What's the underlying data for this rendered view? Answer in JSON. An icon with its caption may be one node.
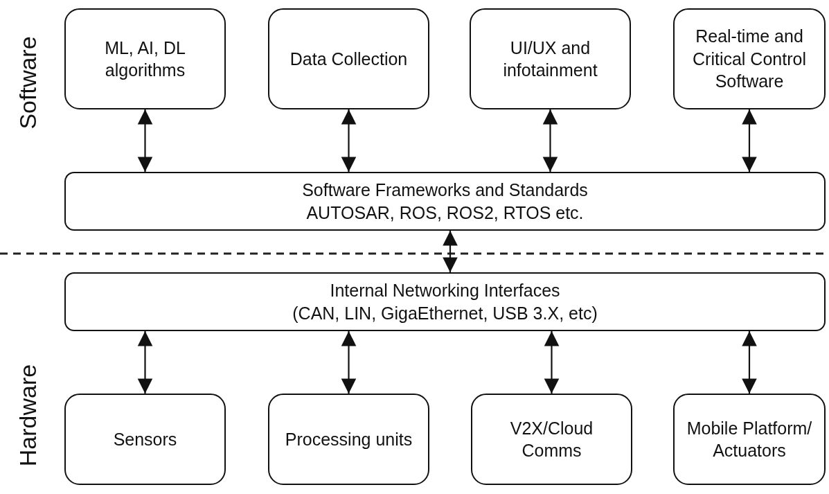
{
  "diagram": {
    "nodes": [
      {
        "text": [
          "ML, AI, DL algorithms"
        ]
      },
      {
        "text": [
          "Data Collection"
        ]
      },
      {
        "text": [
          "UI/UX and infotainment"
        ]
      },
      {
        "text": [
          "Real-time and Critical Control Software"
        ]
      },
      {
        "text": [
          "Software Frameworks and Standards",
          "AUTOSAR, ROS, ROS2, RTOS etc."
        ]
      },
      {
        "text": [
          "Internal Networking Interfaces",
          "(CAN, LIN, GigaEthernet, USB 3.X, etc)"
        ]
      },
      {
        "text": [
          "Sensors"
        ]
      },
      {
        "text": [
          "Processing units"
        ]
      },
      {
        "text": [
          "V2X/Cloud Comms"
        ]
      },
      {
        "text": [
          "Mobile Platform/ Actuators"
        ]
      }
    ],
    "edges": [
      {
        "from": 0,
        "to": 4,
        "arrow": "both"
      },
      {
        "from": 1,
        "to": 4,
        "arrow": "both"
      },
      {
        "from": 2,
        "to": 4,
        "arrow": "both"
      },
      {
        "from": 3,
        "to": 4,
        "arrow": "both"
      },
      {
        "from": 4,
        "to": 5,
        "arrow": "both"
      },
      {
        "from": 5,
        "to": 6,
        "arrow": "both"
      },
      {
        "from": 5,
        "to": 7,
        "arrow": "both"
      },
      {
        "from": 5,
        "to": 8,
        "arrow": "both"
      },
      {
        "from": 5,
        "to": 9,
        "arrow": "both"
      }
    ],
    "labels": [
      "Software",
      "Hardware"
    ]
  }
}
